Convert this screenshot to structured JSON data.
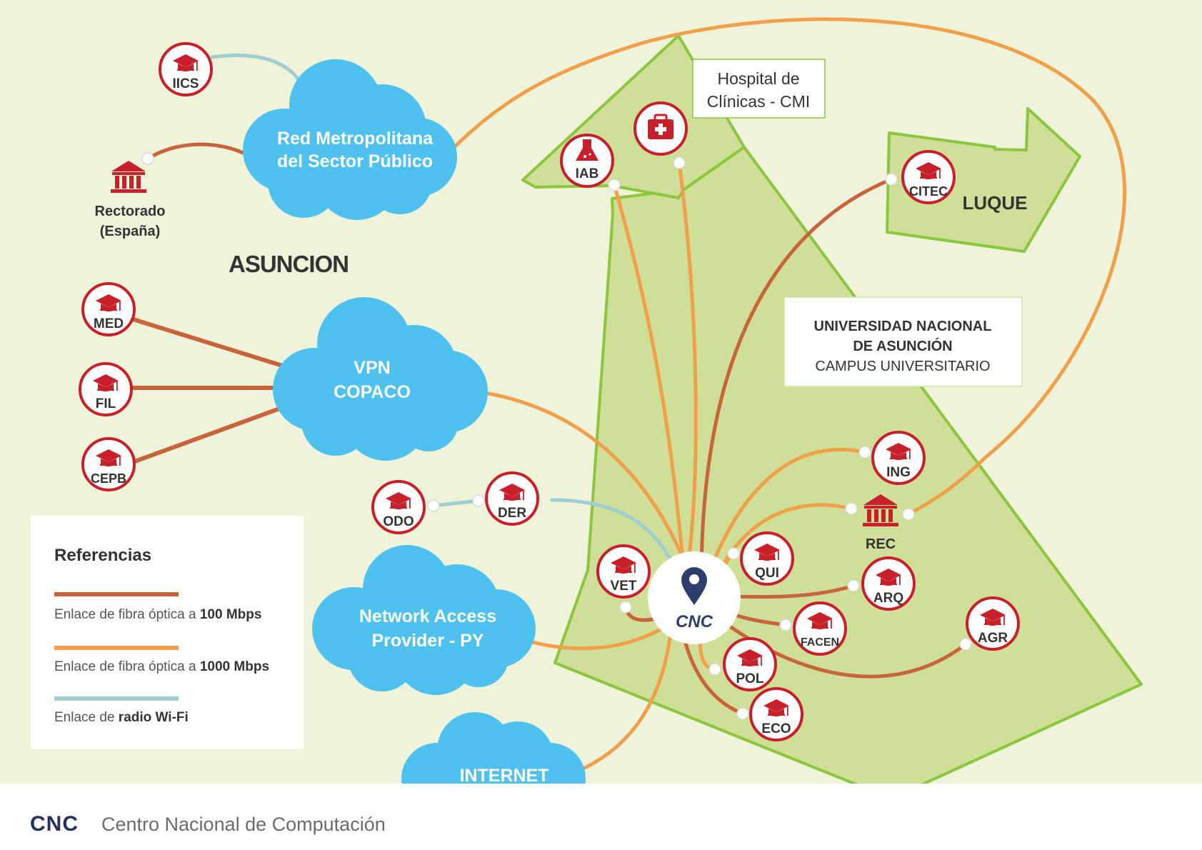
{
  "regions": {
    "asuncion": "ASUNCION",
    "luque": "LUQUE",
    "hospital": [
      "Hospital de",
      "Clínicas - CMI"
    ],
    "campus": [
      "UNIVERSIDAD NACIONAL",
      "DE ASUNCIÓN",
      "CAMPUS UNIVERSITARIO"
    ]
  },
  "clouds": {
    "rmsp": [
      "Red Metropolitana",
      "del Sector Público"
    ],
    "vpn": [
      "VPN",
      "COPACO"
    ],
    "nap": [
      "Network Access",
      "Provider - PY"
    ],
    "internet": "INTERNET"
  },
  "center": {
    "label": "CNC"
  },
  "nodes": {
    "iics": "IICS",
    "rectorado": [
      "Rectorado",
      "(España)"
    ],
    "med": "MED",
    "fil": "FIL",
    "cepb": "CEPB",
    "odo": "ODO",
    "der": "DER",
    "vet": "VET",
    "iab": "IAB",
    "citec": "CITEC",
    "ing": "ING",
    "rec": "REC",
    "qui": "QUI",
    "arq": "ARQ",
    "facen": "FACEN",
    "agr": "AGR",
    "pol": "POL",
    "eco": "ECO"
  },
  "legend": {
    "title": "Referencias",
    "items": [
      {
        "prefix": "Enlace de fibra óptica a ",
        "strong": "100 Mbps",
        "color": "#c8643c"
      },
      {
        "prefix": "Enlace de fibra óptica a ",
        "strong": "1000 Mbps",
        "color": "#f0a04b"
      },
      {
        "prefix": "Enlace de ",
        "strong": "radio Wi-Fi",
        "color": "#9fcdd0"
      }
    ]
  },
  "footer": {
    "logo": "CNC",
    "text": "Centro Nacional de Computación"
  },
  "colors": {
    "fiber_100": "#c8643c",
    "fiber_1000": "#f0a04b",
    "wifi": "#9fcdd0",
    "cloud": "#4fc1ee",
    "node_red": "#c8202a",
    "region_fill": "#cfdf97",
    "region_stroke": "#8cc63f"
  }
}
